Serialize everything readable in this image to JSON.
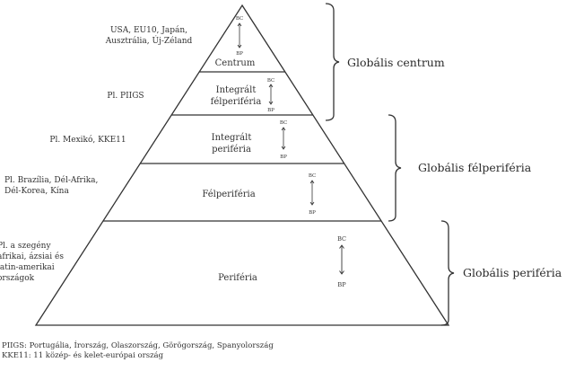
{
  "levels": {
    "centrum": "Centrum",
    "integralt_felperiferia": [
      "Integrált",
      "félperiféria"
    ],
    "integralt_periferia": [
      "Integrált",
      "periféria"
    ],
    "felperiferia": "Félperiféria",
    "periferia": "Periféria"
  },
  "examples": {
    "centrum": [
      "USA, EU10, Japán,",
      "Ausztrália, Új-Zéland"
    ],
    "integralt_felperiferia": "Pl. PIIGS",
    "integralt_periferia": "Pl. Mexikó, KKE11",
    "felperiferia": [
      "Pl. Brazília, Dél-Afrika,",
      "Dél-Korea, Kína"
    ],
    "periferia": [
      "Pl. a szegény",
      "afrikai, ázsiai és",
      "latin-amerikai",
      "országok"
    ]
  },
  "markers": {
    "top": "BC",
    "bottom": "BP"
  },
  "groups": {
    "centrum": "Globális centrum",
    "felperiferia": "Globális félperiféria",
    "periferia": "Globális periféria"
  },
  "legend": [
    "PIIGS: Portugália, Írország, Olaszország, Görögország, Spanyolország",
    "KKE11: 11 közép- és kelet-európai ország"
  ],
  "colors": {
    "line": "#333333",
    "text": "#2a2a2a"
  }
}
